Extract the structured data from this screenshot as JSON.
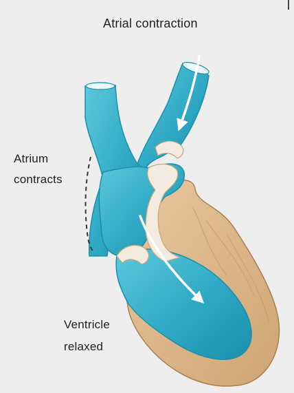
{
  "labels": {
    "title": "Atrial contraction",
    "atrium_line1": "Atrium",
    "atrium_line2": "contracts",
    "ventricle_line1": "Ventricle",
    "ventricle_line2": "relaxed"
  },
  "colors": {
    "background": "#eeeeee",
    "blood": "#3ab6cf",
    "blood_dark": "#1a8fab",
    "muscle": "#d9b486",
    "muscle_dark": "#a77f52",
    "valve": "#f3ebdf",
    "arrow": "#ffffff"
  }
}
